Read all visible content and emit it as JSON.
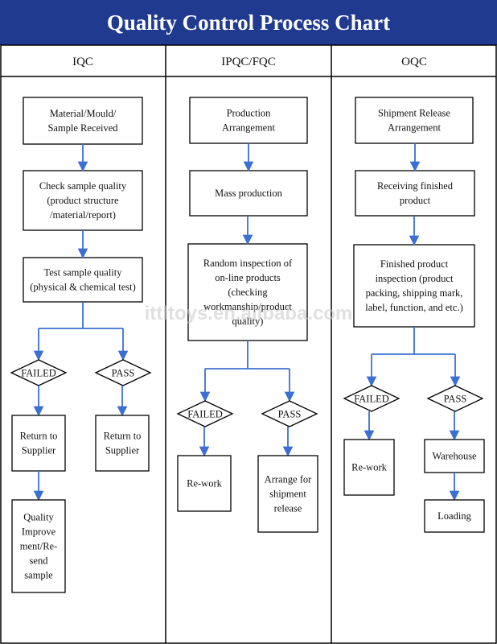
{
  "title": "Quality Control Process Chart",
  "watermark": "ittltoys.en.alibaba.com",
  "colors": {
    "title_bg": "#1f3a8f",
    "title_text": "#ffffff",
    "arrow": "#3b6fd1",
    "border": "#000000"
  },
  "columns": [
    {
      "header": "IQC",
      "boxes": [
        {
          "lines": [
            "Material/Mould/",
            "Sample Received"
          ]
        },
        {
          "lines": [
            "Check sample quality",
            "(product structure",
            "/material/report)"
          ]
        },
        {
          "lines": [
            "Test sample quality",
            "(physical & chemical test)"
          ]
        }
      ],
      "decisions": [
        {
          "label": "FAILED"
        },
        {
          "label": "PASS"
        }
      ],
      "failed_boxes": [
        {
          "lines": [
            "Return to",
            "Supplier"
          ]
        },
        {
          "lines": [
            "Quality",
            "Improve",
            "ment/Re-",
            "send",
            "sample"
          ]
        }
      ],
      "pass_boxes": [
        {
          "lines": [
            "Return to",
            "Supplier"
          ]
        }
      ]
    },
    {
      "header": "IPQC/FQC",
      "boxes": [
        {
          "lines": [
            "Production",
            "Arrangement"
          ]
        },
        {
          "lines": [
            "Mass production"
          ]
        },
        {
          "lines": [
            "Random inspection of",
            "on-line products",
            "(checking",
            "workmanship/product",
            "quality)"
          ]
        }
      ],
      "decisions": [
        {
          "label": "FAILED"
        },
        {
          "label": "PASS"
        }
      ],
      "failed_boxes": [
        {
          "lines": [
            "Re-work"
          ]
        }
      ],
      "pass_boxes": [
        {
          "lines": [
            "Arrange for",
            "shipment",
            "release"
          ]
        }
      ]
    },
    {
      "header": "OQC",
      "boxes": [
        {
          "lines": [
            "Shipment Release",
            "Arrangement"
          ]
        },
        {
          "lines": [
            "Receiving finished",
            "product"
          ]
        },
        {
          "lines": [
            "Finished product",
            "inspection (product",
            "packing, shipping mark,",
            "label, function, and etc.)"
          ]
        }
      ],
      "decisions": [
        {
          "label": "FAILED"
        },
        {
          "label": "PASS"
        }
      ],
      "failed_boxes": [
        {
          "lines": [
            "Re-work"
          ]
        }
      ],
      "pass_boxes": [
        {
          "lines": [
            "Warehouse"
          ]
        },
        {
          "lines": [
            "Loading"
          ]
        }
      ]
    }
  ]
}
